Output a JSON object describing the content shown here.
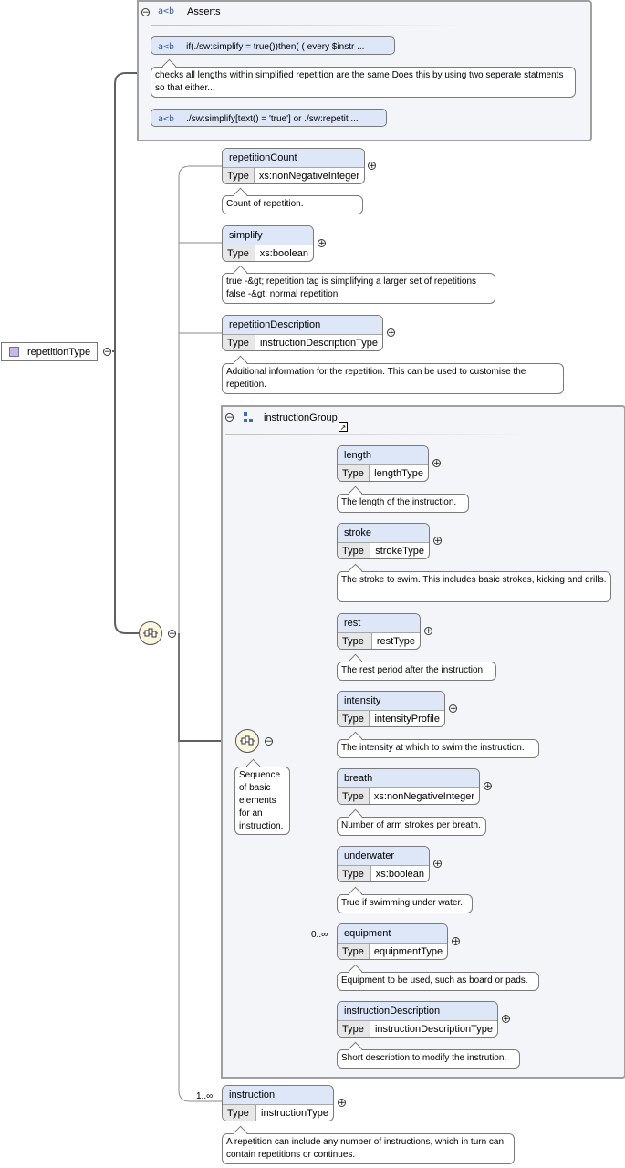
{
  "root": {
    "name": "repetitionType"
  },
  "asserts": {
    "title": "Asserts",
    "tag": "a<b",
    "assert1": "if(./sw:simplify = true())then( ( every $instr ...",
    "assert1_doc": "checks all lengths within simplified repetition are the same Does this by using two seperate statments so that either...",
    "assert2": "./sw:simplify[text() = 'true'] or ./sw:repetit ..."
  },
  "type_label": "Type",
  "elements": [
    {
      "name": "repetitionCount",
      "type": "xs:nonNegativeInteger",
      "doc": "Count of repetition."
    },
    {
      "name": "simplify",
      "type": "xs:boolean",
      "doc": "true -&gt; repetition tag is simplifying a larger set of repetitions false -&gt; normal repetition"
    },
    {
      "name": "repetitionDescription",
      "type": "instructionDescriptionType",
      "doc": "Additional information for the repetition. This can be used to customise the repetition."
    }
  ],
  "group": {
    "name": "instructionGroup",
    "sequence_doc": "Sequence of basic elements for an instruction.",
    "items": [
      {
        "name": "length",
        "type": "lengthType",
        "doc": "The length of the instruction.",
        "occurs": ""
      },
      {
        "name": "stroke",
        "type": "strokeType",
        "doc": "The stroke to swim. This includes basic strokes, kicking and drills.",
        "occurs": ""
      },
      {
        "name": "rest",
        "type": "restType",
        "doc": "The rest period after the instruction.",
        "occurs": ""
      },
      {
        "name": "intensity",
        "type": "intensityProfile",
        "doc": "The intensity at which to swim the instruction.",
        "occurs": ""
      },
      {
        "name": "breath",
        "type": "xs:nonNegativeInteger",
        "doc": "Number of arm strokes per breath.",
        "occurs": ""
      },
      {
        "name": "underwater",
        "type": "xs:boolean",
        "doc": "True if swimming under water.",
        "occurs": ""
      },
      {
        "name": "equipment",
        "type": "equipmentType",
        "doc": "Equipment to be used, such as board or pads.",
        "occurs": "0..∞"
      },
      {
        "name": "instructionDescription",
        "type": "instructionDescriptionType",
        "doc": "Short description to modify the instrution.",
        "occurs": ""
      }
    ]
  },
  "instruction": {
    "name": "instruction",
    "type": "instructionType",
    "occurs": "1..∞",
    "doc": "A repetition can include any number of instructions, which in turn can contain repetitions or continues."
  },
  "glyphs": {
    "minus": "−",
    "plus": "+"
  },
  "colors": {
    "header_fill": "#dde7f7",
    "type_fill": "#e7e7e7",
    "frame_fill": "#f4f5f9",
    "seq_fill": "#fbf7de",
    "root_icon": "#c8b8e8"
  }
}
